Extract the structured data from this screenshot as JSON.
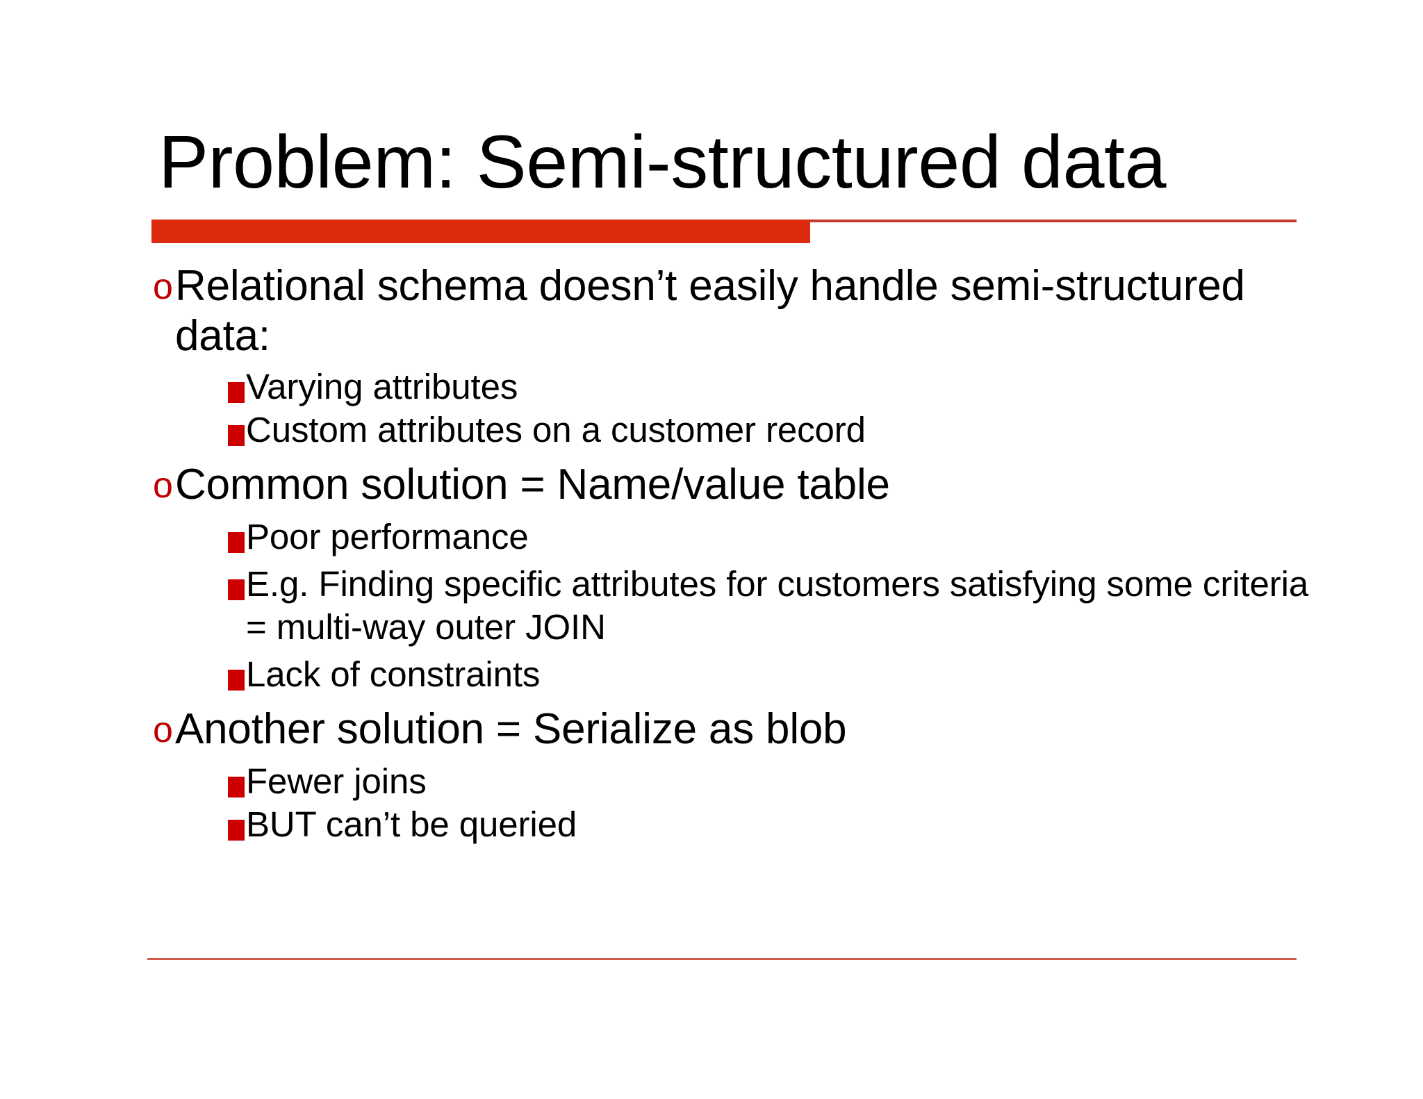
{
  "slide": {
    "title": "Problem: Semi-structured data",
    "colors": {
      "title_rule_thick": "#DD2B0E",
      "title_rule_thin": "#C63A26",
      "bottom_rule": "#CD5A4A",
      "level1_marker": "#C00000",
      "level2_marker": "#CC0000",
      "text": "#000000",
      "background": "#FFFFFF"
    },
    "markers": {
      "level1_glyph": "o",
      "level2_glyph": "square-bullet"
    },
    "bullets": [
      {
        "level": 1,
        "text": "Relational schema doesn’t easily handle semi-structured data:"
      },
      {
        "level": 2,
        "text": "Varying attributes"
      },
      {
        "level": 2,
        "text": "Custom attributes on a customer record"
      },
      {
        "level": 1,
        "text": "Common solution = Name/value table"
      },
      {
        "level": 2,
        "text": "Poor performance"
      },
      {
        "level": 2,
        "text": "E.g. Finding specific attributes for customers satisfying some criteria = multi-way outer JOIN"
      },
      {
        "level": 2,
        "text": "Lack of constraints"
      },
      {
        "level": 1,
        "text": "Another solution = Serialize as blob"
      },
      {
        "level": 2,
        "text": "Fewer joins"
      },
      {
        "level": 2,
        "text": "BUT can’t be queried"
      }
    ]
  }
}
